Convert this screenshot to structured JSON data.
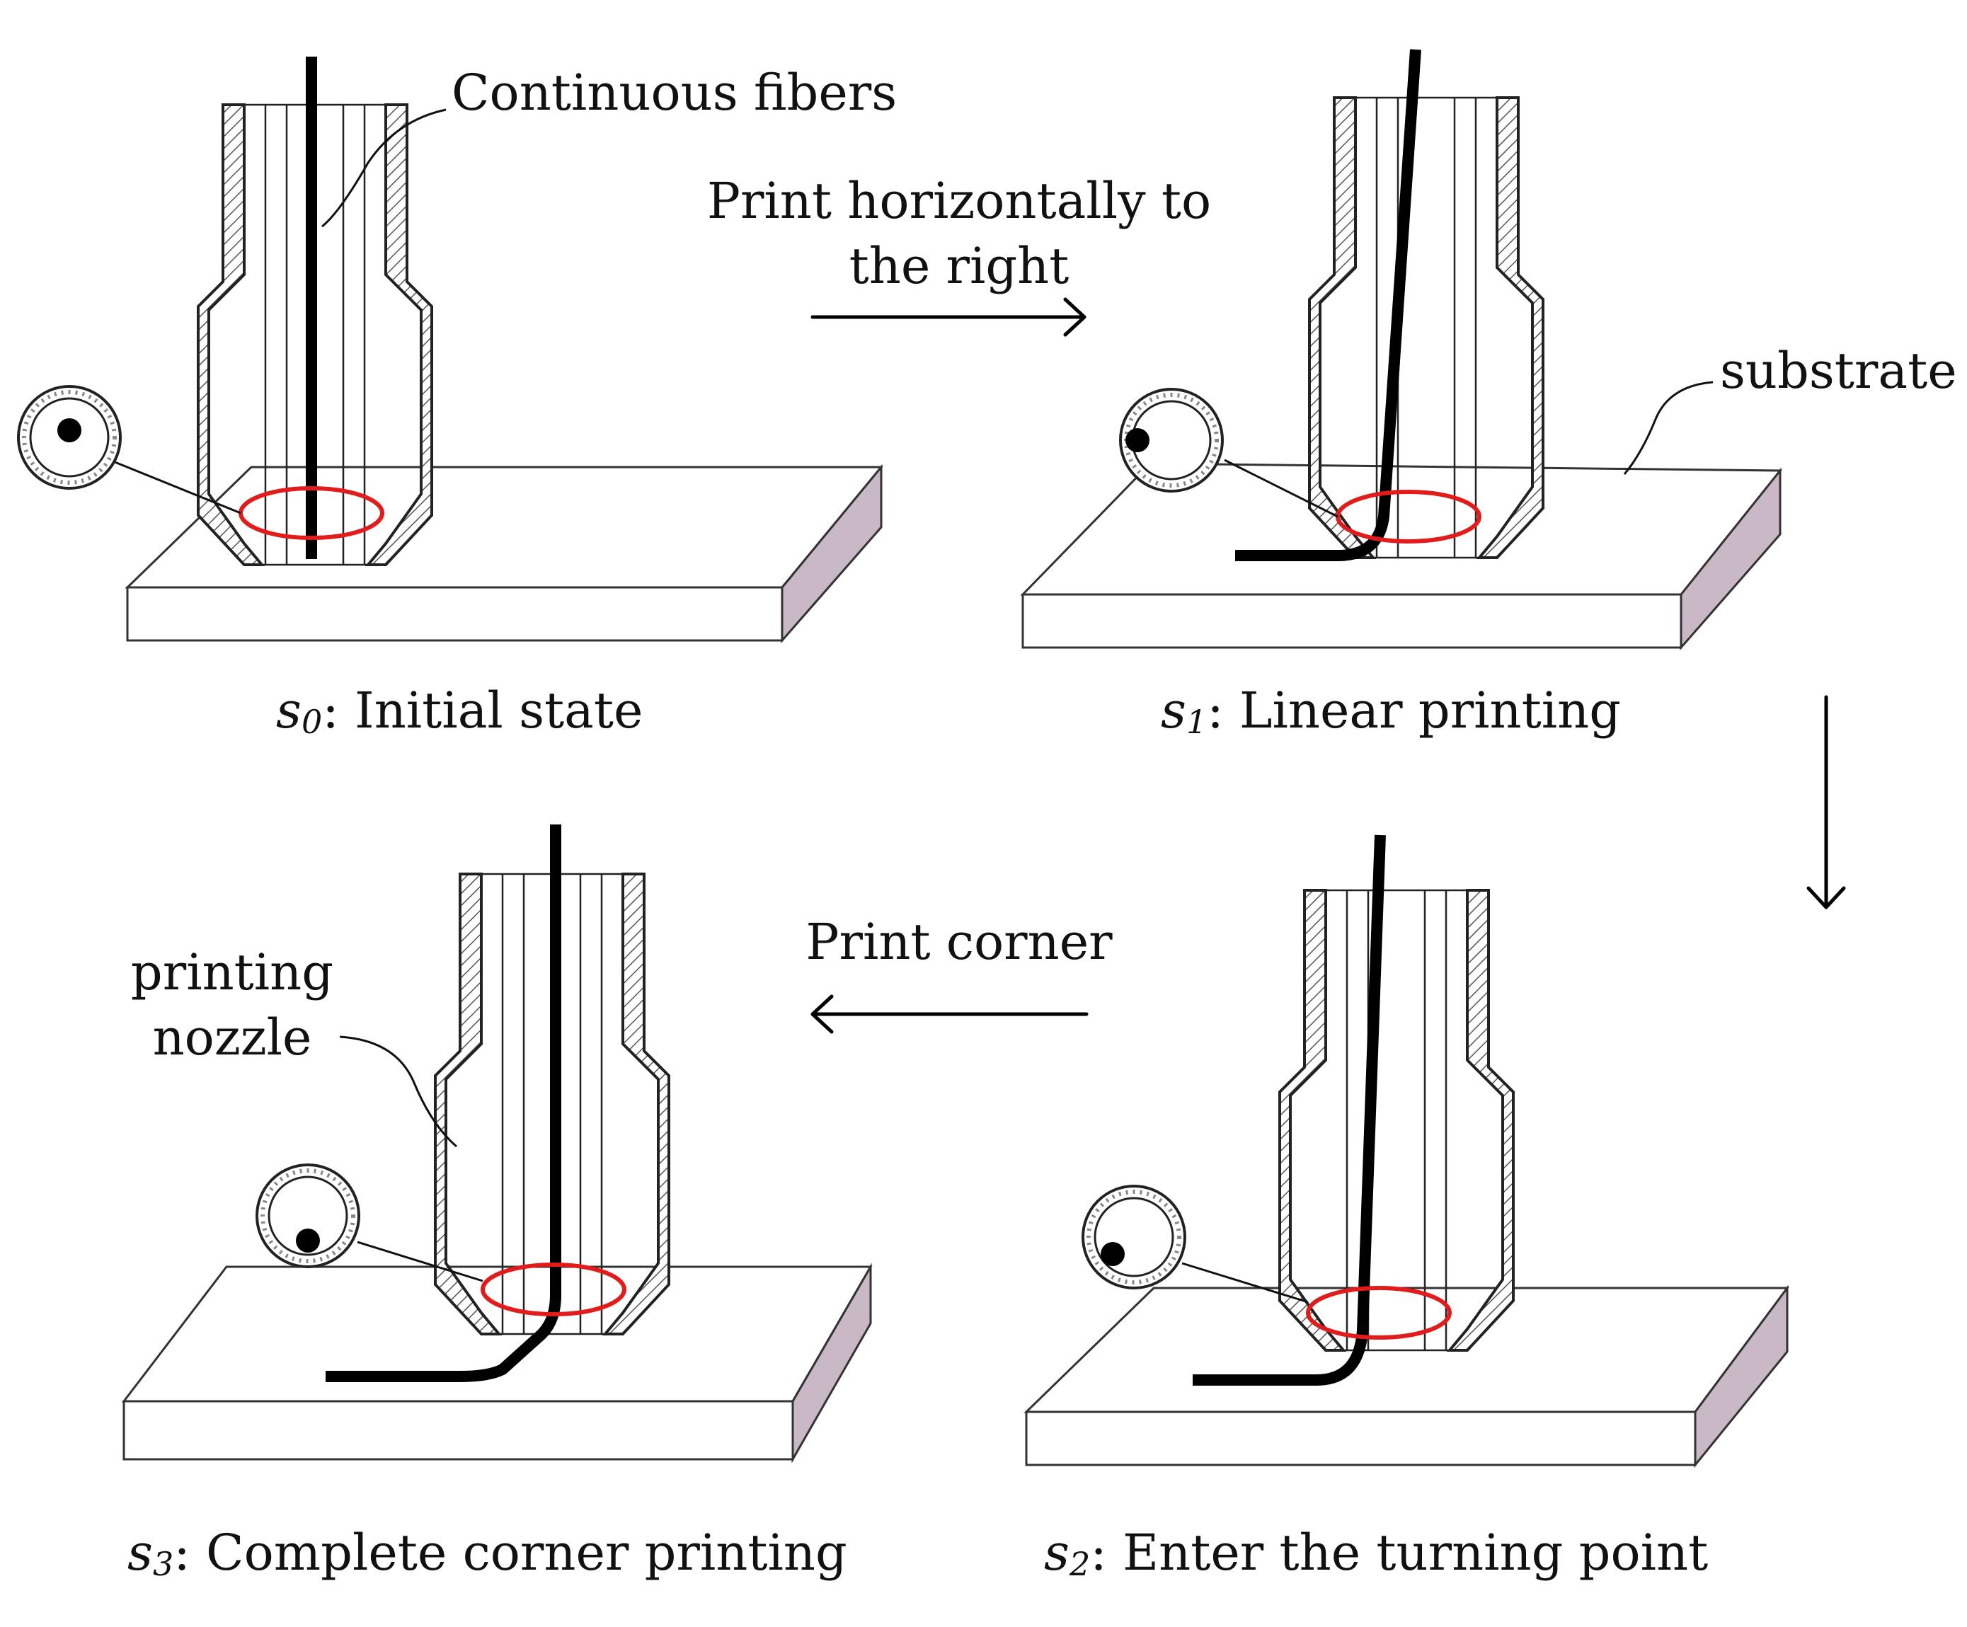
{
  "labels": {
    "continuous_fibers": "Continuous fibers",
    "print_horizontal_line1": "Print horizontally to",
    "print_horizontal_line2": "the right",
    "substrate": "substrate",
    "print_corner": "Print corner",
    "printing_nozzle_line1": "printing",
    "printing_nozzle_line2": "nozzle"
  },
  "states": [
    {
      "symbol": "s",
      "index": "0",
      "caption": ": Initial state"
    },
    {
      "symbol": "s",
      "index": "1",
      "caption": ": Linear printing"
    },
    {
      "symbol": "s",
      "index": "2",
      "caption": ": Enter the turning point"
    },
    {
      "symbol": "s",
      "index": "3",
      "caption": ": Complete corner printing"
    }
  ],
  "colors": {
    "highlight_ring": "#e21b1b",
    "fiber": "#000000",
    "substrate_side": "#c9b8c5"
  }
}
